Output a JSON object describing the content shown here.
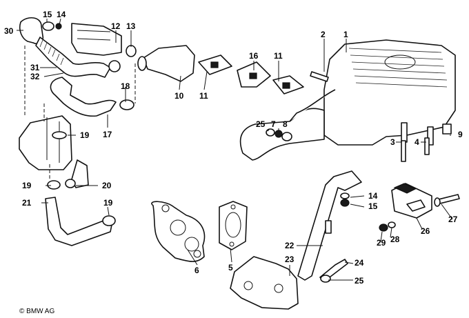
{
  "diagram": {
    "callouts": [
      "30",
      "15",
      "14",
      "12",
      "13",
      "2",
      "1",
      "31",
      "32",
      "16",
      "11",
      "18",
      "10",
      "11",
      "17",
      "19",
      "25",
      "7",
      "8",
      "3",
      "4",
      "9",
      "6",
      "5",
      "19",
      "20",
      "21",
      "19",
      "14",
      "15",
      "27",
      "26",
      "28",
      "29",
      "22",
      "23",
      "24",
      "25"
    ],
    "copyright": "© BMW AG"
  }
}
